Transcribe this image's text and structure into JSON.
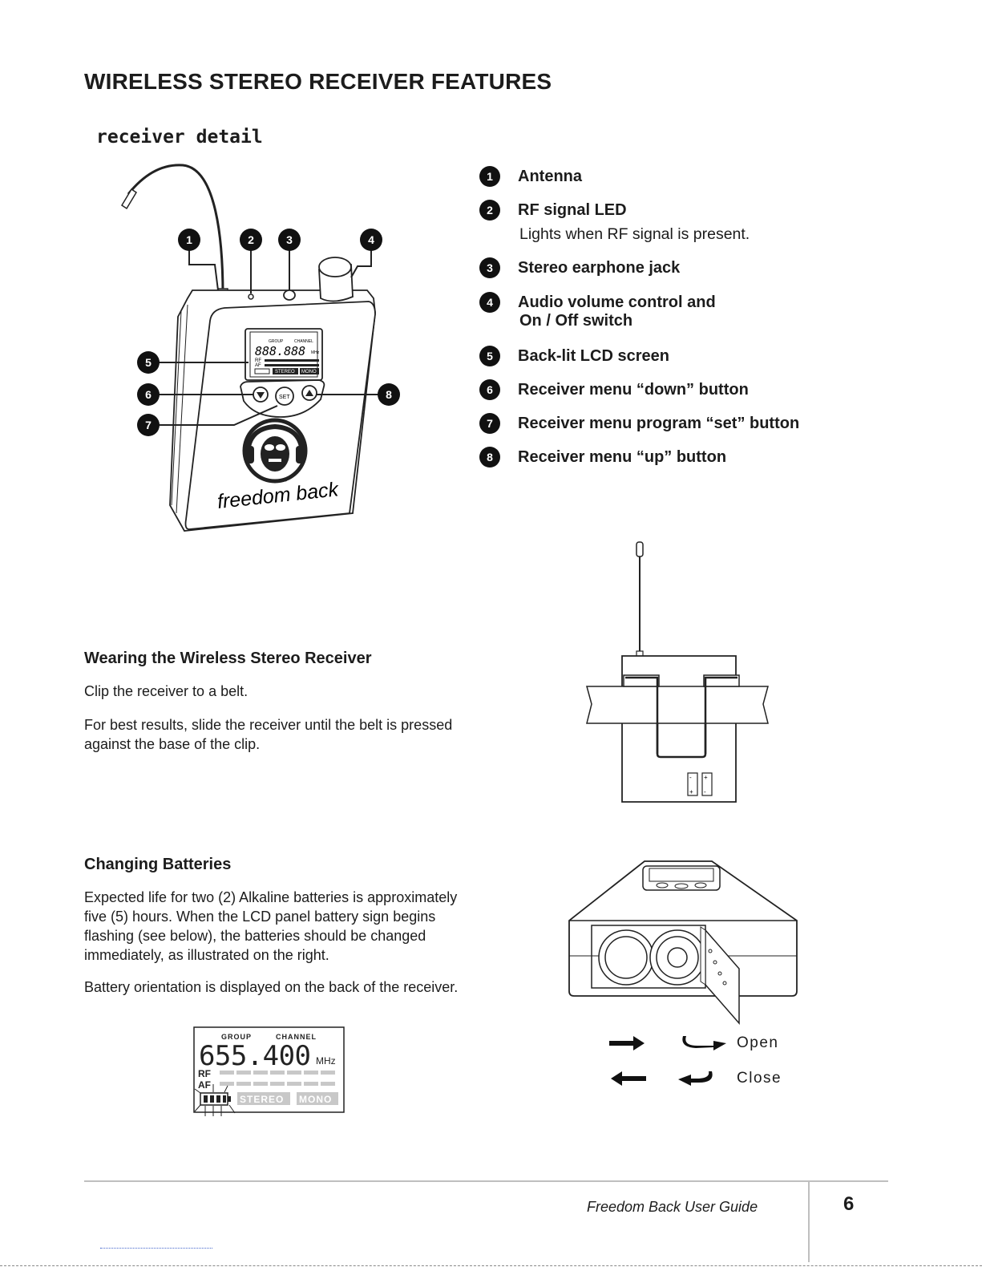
{
  "page": {
    "title": "WIRELESS STEREO RECEIVER FEATURES",
    "subtitle": "receiver detail"
  },
  "features": [
    {
      "num": "1",
      "label": "Antenna"
    },
    {
      "num": "2",
      "label": "RF signal LED",
      "note": "Lights when RF signal is present."
    },
    {
      "num": "3",
      "label": "Stereo earphone jack"
    },
    {
      "num": "4",
      "label": "Audio volume control and",
      "label2": "On / Off switch"
    },
    {
      "num": "5",
      "label": "Back-lit LCD screen"
    },
    {
      "num": "6",
      "label": "Receiver menu “down” button"
    },
    {
      "num": "7",
      "label": "Receiver menu program “set” button"
    },
    {
      "num": "8",
      "label": "Receiver menu “up” button"
    }
  ],
  "device": {
    "lcd_group": "GROUP",
    "lcd_channel": "CHANNEL",
    "lcd_digits": "888.888",
    "lcd_unit": "MHz",
    "lcd_rf": "RF",
    "lcd_af": "AF",
    "lcd_stereo": "STEREO",
    "lcd_mono": "MONO",
    "set_label": "SET",
    "brand": "freedom back"
  },
  "wearing": {
    "heading": "Wearing the Wireless Stereo Receiver",
    "p1": "Clip the receiver to a belt.",
    "p2_line1": "For best results, slide the receiver until the belt is pressed",
    "p2_line2": "against the base of the clip."
  },
  "batteries": {
    "heading": "Changing Batteries",
    "l1": "Expected life for two (2) Alkaline batteries is approximately",
    "l2": "five (5) hours.  When the LCD panel battery sign begins",
    "l3": "flashing (see below), the batteries should be changed",
    "l4": "immediately, as illustrated on the right.",
    "p2": "Battery orientation is displayed on the back of the receiver."
  },
  "lcd_panel": {
    "group": "GROUP",
    "channel": "CHANNEL",
    "freq": "655.400",
    "unit": "MHz",
    "rf": "RF",
    "af": "AF",
    "stereo": "STEREO",
    "mono": "MONO"
  },
  "battery_actions": {
    "open": "Open",
    "close": "Close"
  },
  "footer": {
    "guide": "Freedom Back User Guide",
    "page_number": "6"
  },
  "colors": {
    "ink": "#1c1c1c",
    "rule": "#bfbfbf",
    "lcd_segment_off": "#c8c8c8"
  }
}
